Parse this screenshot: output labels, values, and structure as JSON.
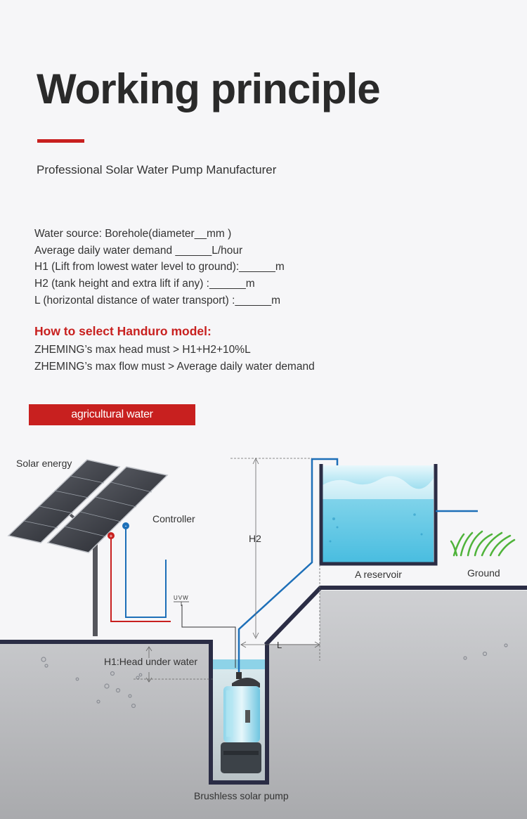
{
  "header": {
    "title": "Working principle",
    "subtitle": "Professional Solar Water Pump Manufacturer"
  },
  "specs": {
    "lines": [
      "Water source: Borehole(diameter__mm )",
      "Average daily water demand ______L/hour",
      "H1  (Lift from lowest water level to ground):______m",
      "H2  (tank height and extra lift if any) :______m",
      "L  (horizontal distance of water transport) :______m"
    ]
  },
  "selection": {
    "title": "How to select Handuro model:",
    "rules": [
      "ZHEMING’s max head must  >  H1+H2+10%L",
      "ZHEMING’s max flow must  >  Average daily water demand"
    ]
  },
  "badge": {
    "label": "agricultural water"
  },
  "diagram": {
    "labels": {
      "solar_energy": "Solar energy",
      "controller": "Controller",
      "h2": "H2",
      "reservoir": "A reservoir",
      "ground": "Ground",
      "l": "L",
      "h1": "H1:Head under water",
      "pump": "Brushless solar pump",
      "uvw": "UVW",
      "plus": "+",
      "minus": "-"
    },
    "colors": {
      "accent_red": "#c8201f",
      "pipe_blue": "#1d6fb8",
      "ground_dark": "#2b2d45",
      "water": "#5ac8e6"
    }
  }
}
